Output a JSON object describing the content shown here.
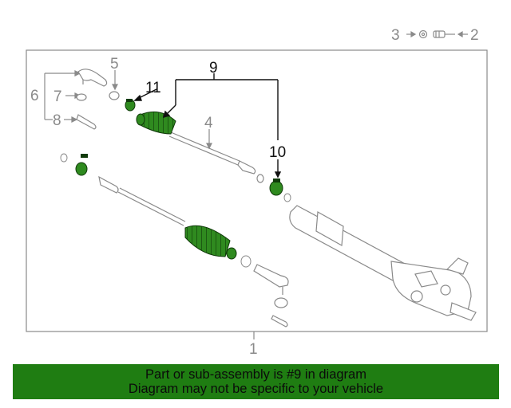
{
  "callouts": {
    "c1": "1",
    "c2": "2",
    "c3": "3",
    "c4": "4",
    "c5": "5",
    "c6": "6",
    "c7": "7",
    "c8": "8",
    "c9": "9",
    "c10": "10",
    "c11": "11"
  },
  "banner": {
    "line1": "Part or sub-assembly is #9 in diagram",
    "line2": "Diagram may not be specific to your vehicle"
  },
  "colors": {
    "highlight": "#2f8a1f",
    "banner": "#1f7d12",
    "line": "#8a8a8a"
  }
}
